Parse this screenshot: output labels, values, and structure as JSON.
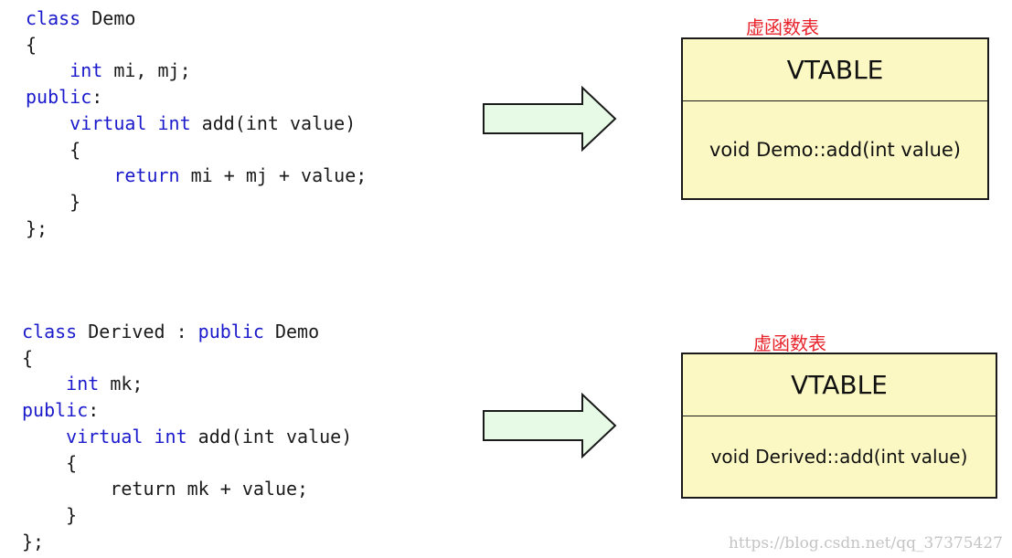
{
  "colors": {
    "keyword": "#1a1acc",
    "caption": "#e8222a",
    "vtable_fill": "#fbf8c4",
    "arrow_fill": "#e6fae6"
  },
  "code_demo": {
    "lines": [
      [
        {
          "t": "class",
          "k": true
        },
        {
          "t": " Demo"
        }
      ],
      [
        {
          "t": "{"
        }
      ],
      [
        {
          "t": "    "
        },
        {
          "t": "int",
          "k": true
        },
        {
          "t": " mi, mj;"
        }
      ],
      [
        {
          "t": "public",
          "k": true
        },
        {
          "t": ":"
        }
      ],
      [
        {
          "t": "    "
        },
        {
          "t": "virtual",
          "k": true
        },
        {
          "t": " "
        },
        {
          "t": "int",
          "k": true
        },
        {
          "t": " add(int value)"
        }
      ],
      [
        {
          "t": "    {"
        }
      ],
      [
        {
          "t": "        "
        },
        {
          "t": "return",
          "k": true
        },
        {
          "t": " mi + mj + value;"
        }
      ],
      [
        {
          "t": "    }"
        }
      ],
      [
        {
          "t": "};"
        }
      ]
    ]
  },
  "code_derived": {
    "lines": [
      [
        {
          "t": "class",
          "k": true
        },
        {
          "t": " Derived : "
        },
        {
          "t": "public",
          "k": true
        },
        {
          "t": " Demo"
        }
      ],
      [
        {
          "t": "{"
        }
      ],
      [
        {
          "t": "    "
        },
        {
          "t": "int",
          "k": true
        },
        {
          "t": " mk;"
        }
      ],
      [
        {
          "t": "public",
          "k": true
        },
        {
          "t": ":"
        }
      ],
      [
        {
          "t": "    "
        },
        {
          "t": "virtual",
          "k": true
        },
        {
          "t": " "
        },
        {
          "t": "int",
          "k": true
        },
        {
          "t": " add(int value)"
        }
      ],
      [
        {
          "t": "    {"
        }
      ],
      [
        {
          "t": "        return mk + value;"
        }
      ],
      [
        {
          "t": "    }"
        }
      ],
      [
        {
          "t": "};"
        }
      ]
    ]
  },
  "vtable_1": {
    "caption": "虚函数表",
    "title": "VTABLE",
    "entry": "void Demo::add(int value)"
  },
  "vtable_2": {
    "caption": "虚函数表",
    "title": "VTABLE",
    "entry": "void Derived::add(int value)"
  },
  "watermark": "https://blog.csdn.net/qq_37375427"
}
